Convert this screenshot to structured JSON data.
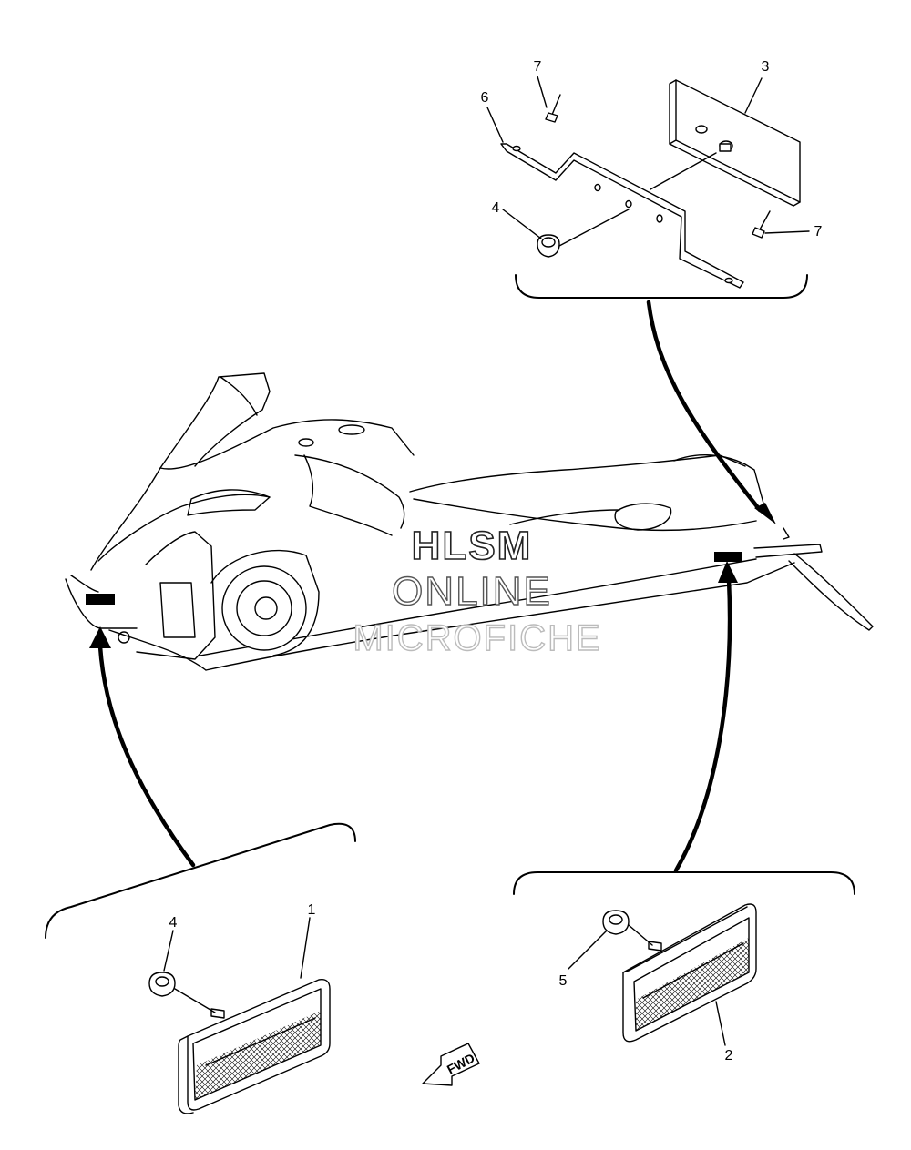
{
  "callouts": {
    "c1": "1",
    "c2": "2",
    "c3": "3",
    "c4_top": "4",
    "c4_bottom": "4",
    "c5": "5",
    "c6": "6",
    "c7_top": "7",
    "c7_right": "7"
  },
  "watermark": {
    "line1": "HLSM",
    "line2": "ONLINE",
    "line3": "MICROFICHE"
  },
  "direction_label": "FWD",
  "icons": [
    "forward-arrow-icon"
  ]
}
